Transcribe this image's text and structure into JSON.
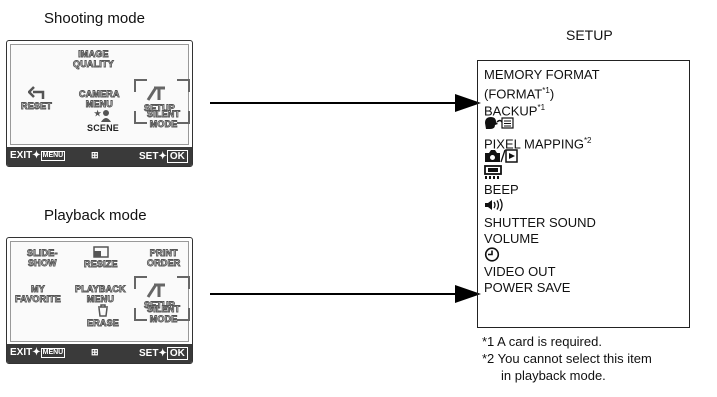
{
  "titles": {
    "shooting": "Shooting mode",
    "playback": "Playback mode",
    "setup": "SETUP"
  },
  "shooting_menu": {
    "image_quality": [
      "IMAGE",
      "QUALITY"
    ],
    "reset": "RESET",
    "camera_menu": [
      "CAMERA",
      "MENU"
    ],
    "setup": "SETUP",
    "scene": "SCENE",
    "silent_mode": [
      "SILENT",
      "MODE"
    ]
  },
  "playback_menu": {
    "slideshow": [
      "SLIDE-",
      "SHOW"
    ],
    "resize": "RESIZE",
    "print_order": [
      "PRINT",
      "ORDER"
    ],
    "my_favorite": [
      "MY",
      "FAVORITE"
    ],
    "playback_menu": [
      "PLAYBACK",
      "MENU"
    ],
    "setup": "SETUP",
    "erase": "ERASE",
    "silent_mode": [
      "SILENT",
      "MODE"
    ]
  },
  "bottom_bar": {
    "exit": "EXIT",
    "menu_button": "MENU",
    "set": "SET",
    "ok": "OK"
  },
  "setup_items": {
    "memory_format": "MEMORY FORMAT",
    "format": "(FORMAT",
    "format_note": "*1",
    "format_close": ")",
    "backup": "BACKUP",
    "backup_note": "*1",
    "pixel_mapping": "PIXEL MAPPING",
    "pixel_mapping_note": "*2",
    "beep": "BEEP",
    "shutter_sound": "SHUTTER SOUND",
    "volume": "VOLUME",
    "video_out": "VIDEO OUT",
    "power_save": "POWER SAVE"
  },
  "icons": [
    "language-icon",
    "camera-playback-icon",
    "monitor-brightness-icon",
    "sound-icon",
    "clock-icon"
  ],
  "footnotes": {
    "note1": "*1 A card is required.",
    "note2_line1": "*2 You cannot select this item",
    "note2_line2": "in playback mode."
  }
}
